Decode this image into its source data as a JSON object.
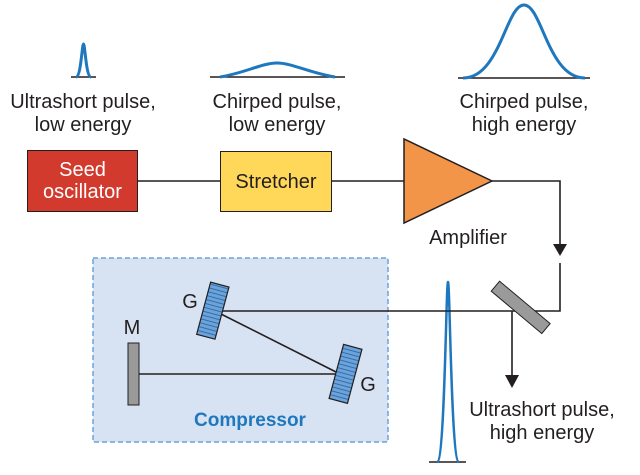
{
  "pulses": {
    "p1": {
      "line1": "Ultrashort pulse,",
      "line2": "low energy"
    },
    "p2": {
      "line1": "Chirped pulse,",
      "line2": "low energy"
    },
    "p3": {
      "line1": "Chirped pulse,",
      "line2": "high energy"
    },
    "p4": {
      "line1": "Ultrashort pulse,",
      "line2": "high energy"
    }
  },
  "blocks": {
    "seed_line1": "Seed",
    "seed_line2": "oscillator",
    "stretcher": "Stretcher",
    "amplifier": "Amplifier",
    "compressor": "Compressor"
  },
  "optics": {
    "grating1": "G",
    "grating2": "G",
    "mirror": "M"
  },
  "colors": {
    "seed": "#d23a2e",
    "stretcher": "#ffd859",
    "amplifier": "#f39549",
    "compressor_bg": "#d7e3f2",
    "compressor_text": "#1f78be",
    "pulse": "#1f78be",
    "grating": "#6da3d8",
    "mirror": "#9a9a9a"
  },
  "icons": [
    "seed-oscillator-block",
    "stretcher-block",
    "amplifier-triangle",
    "grating-icon",
    "mirror-icon",
    "beam-splitter-icon",
    "arrow-icon"
  ]
}
